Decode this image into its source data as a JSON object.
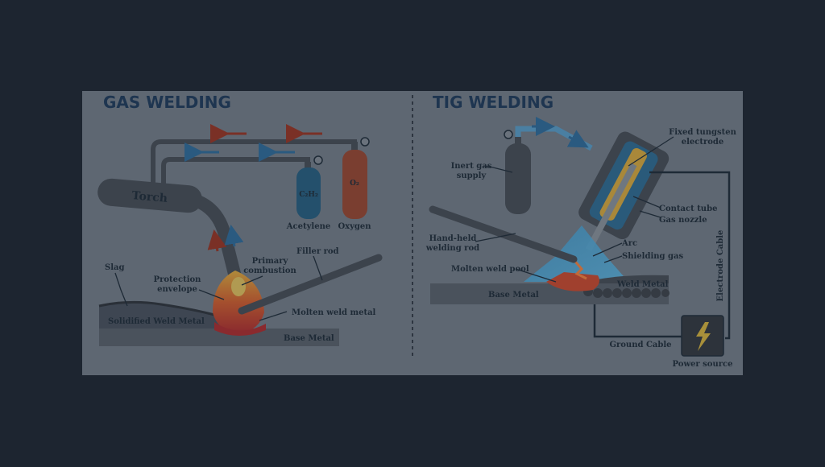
{
  "gas": {
    "title": "GAS WELDING",
    "torch": "Torch",
    "acetylene_formula": "C₂H₂",
    "acetylene": "Acetylene",
    "oxygen_formula": "O₂",
    "oxygen": "Oxygen",
    "primary_combustion_1": "Primary",
    "primary_combustion_2": "combustion",
    "filler_rod": "Filler rod",
    "slag": "Slag",
    "protection_envelope_1": "Protection",
    "protection_envelope_2": "envelope",
    "molten_weld_metal": "Molten weld metal",
    "solidified_weld_metal": "Solidified Weld Metal",
    "base_metal": "Base Metal"
  },
  "tig": {
    "title": "TIG WELDING",
    "inert_gas_1": "Inert gas",
    "inert_gas_2": "supply",
    "fixed_tungsten_1": "Fixed tungsten",
    "fixed_tungsten_2": "electrode",
    "contact_tube": "Contact tube",
    "gas_nozzle": "Gas nozzle",
    "hand_held_1": "Hand-held",
    "hand_held_2": "welding rod",
    "arc": "Arc",
    "shielding_gas": "Shielding gas",
    "molten_weld_pool": "Molten weld pool",
    "weld_metal": "Weld Metal",
    "base_metal": "Base Metal",
    "electrode_cable": "Electrode Cable",
    "ground_cable": "Ground Cable",
    "power_source": "Power source"
  },
  "colors": {
    "backdrop": "#1d2530",
    "panel": "#5e6772",
    "title": "#1e3550",
    "label": "#1e2a36",
    "metal": "#3c434c",
    "acetylene_tank": "#24506c",
    "oxygen_tank": "#7a3e30",
    "molten": "#a5322e",
    "arrow_red": "#7a3026",
    "arrow_blue": "#2a5a80"
  }
}
